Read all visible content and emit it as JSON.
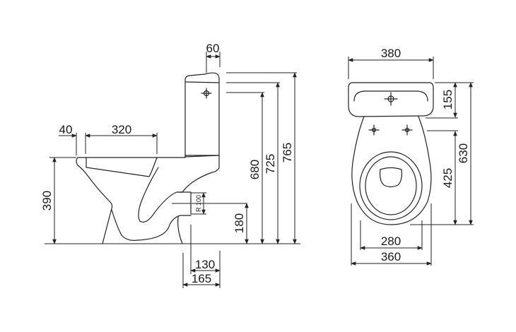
{
  "side_view": {
    "dimensions": {
      "tank_depth_top": "60",
      "rim_offset": "40",
      "seat_length": "320",
      "height_rim": "390",
      "outlet_height": "180",
      "inlet_height": "680",
      "tank_body_height": "725",
      "total_height": "765",
      "outlet_radius": "R 100",
      "outlet_to_back": "130",
      "foot_to_back": "165"
    }
  },
  "top_view": {
    "dimensions": {
      "tank_width": "380",
      "tank_depth": "155",
      "bowl_length": "425",
      "total_length": "630",
      "foot_width": "280",
      "bowl_width": "360"
    }
  },
  "colors": {
    "line": "#222222",
    "background": "#ffffff"
  }
}
